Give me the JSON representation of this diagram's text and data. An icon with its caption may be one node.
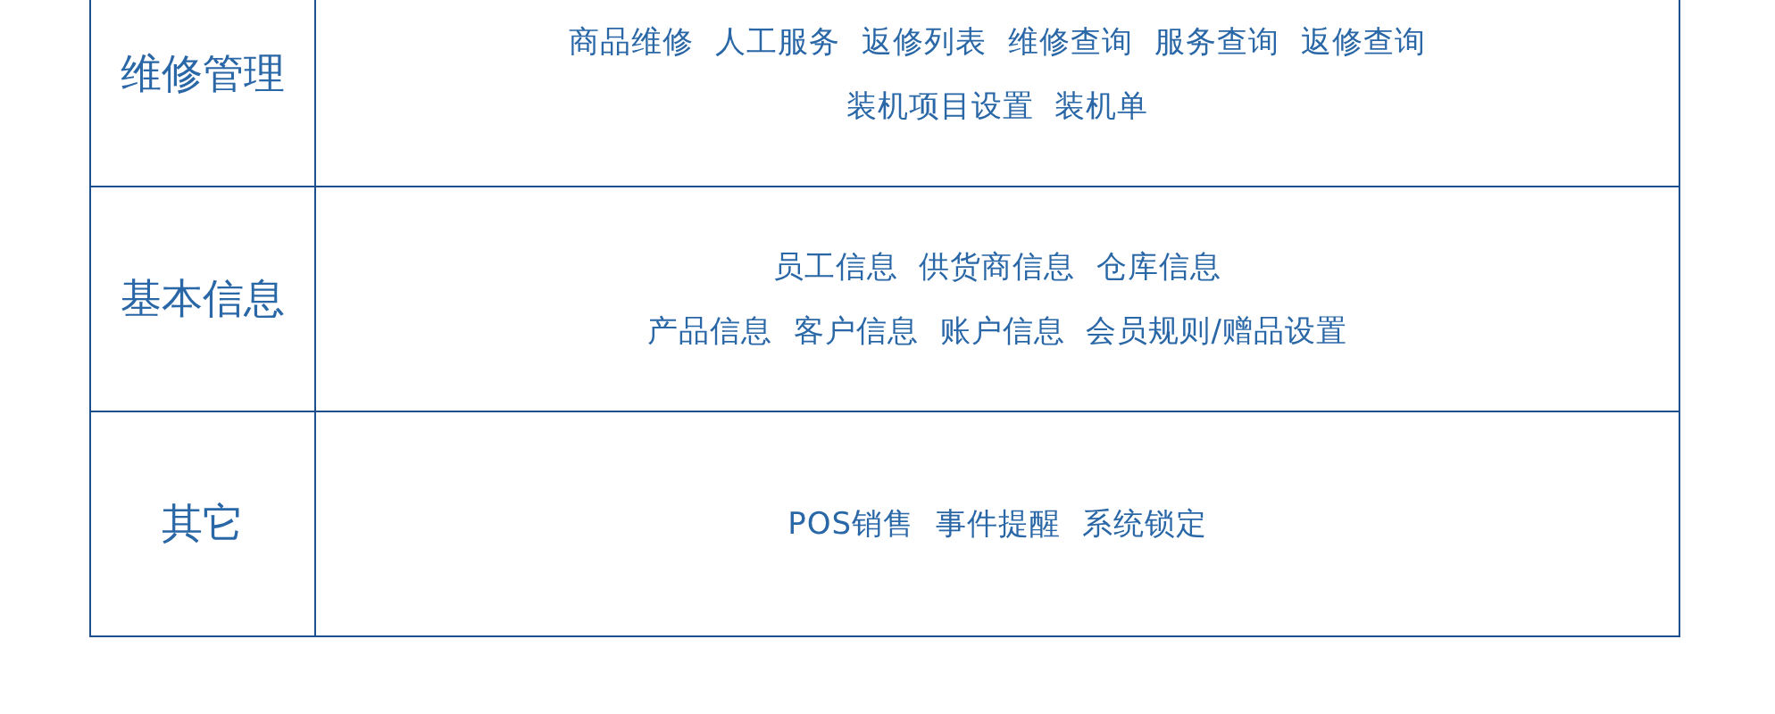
{
  "diagram": {
    "labels": [
      "维修管理",
      "商品维修 人工服务 返修列表 维修查询 服务查询 返修查询",
      "装机项目设置 装机单",
      "基本信息",
      "员工信息 供货商信息 仓库信息",
      "产品信息 客户信息 账户信息 会员规则/赠品设置",
      "其它",
      "POS销售 事件提醒 系统锁定"
    ]
  }
}
